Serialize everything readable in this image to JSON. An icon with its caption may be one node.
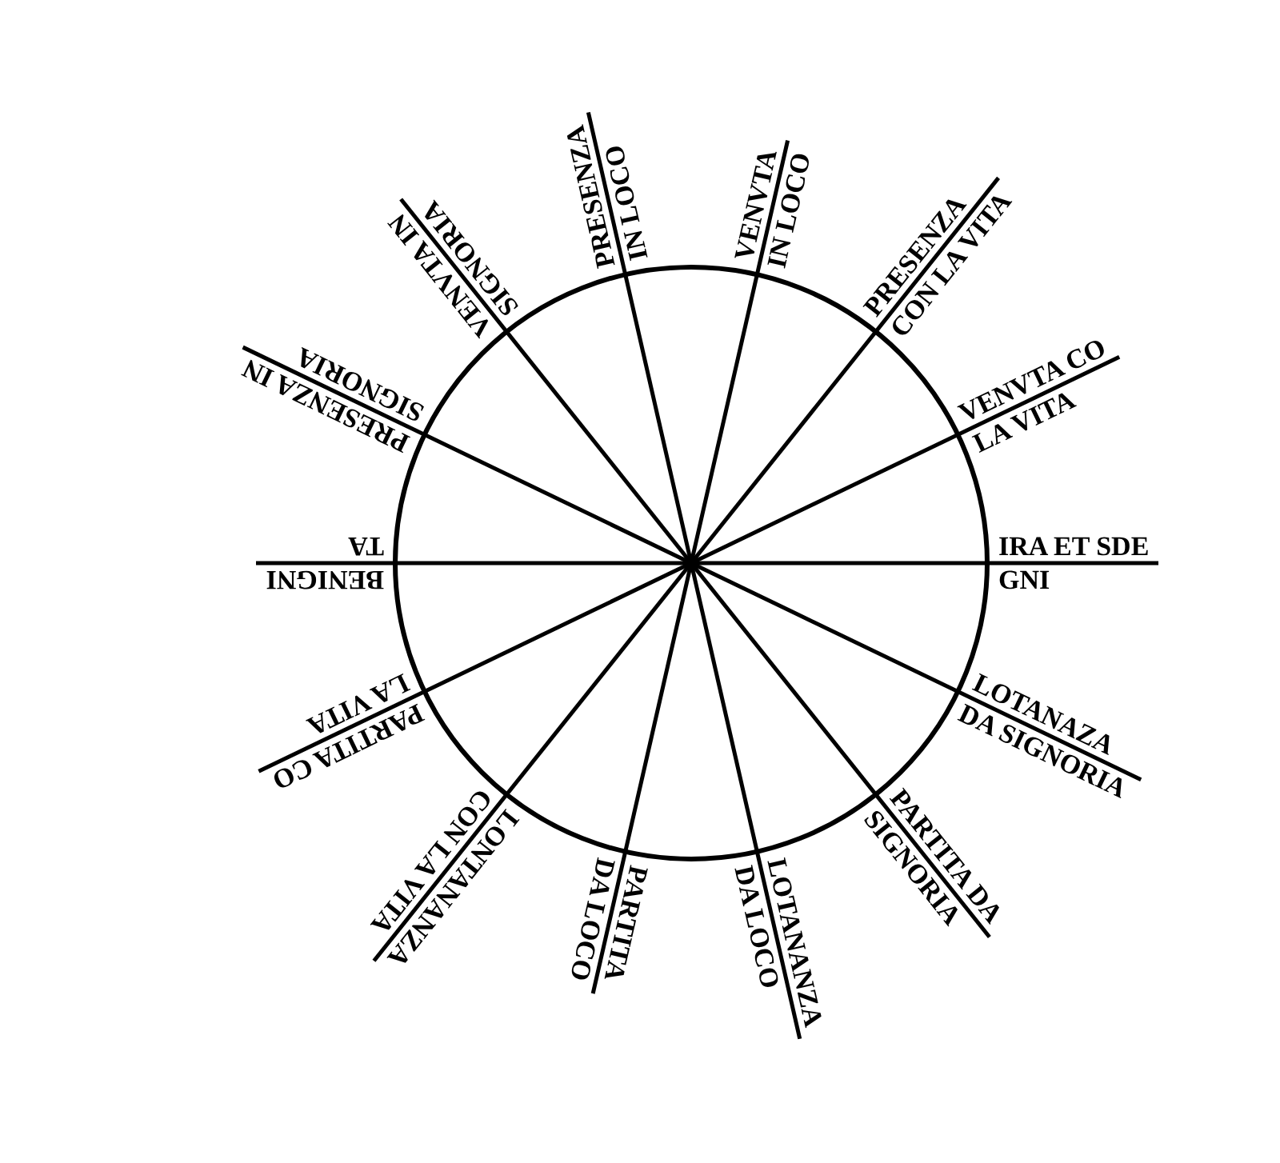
{
  "diagram": {
    "nodes": [
      {
        "text": [],
        "shape": "circle"
      }
    ],
    "labels": [
      "IRA ET SDE GNI",
      "LOTANAZA DA SIGNORIA",
      "PARTITA DA SIGNORIA",
      "LOTANANZA DA LOCO",
      "PARTITA DA LOCO",
      "LONTANANZA CON LA VITA",
      "PARTITA CO LA VITA",
      "BENIGNI TA",
      "PRESENZA IN SIGNORIA",
      "VENVTA IN SIGNORIA",
      "PRESENZA IN LOCO",
      "VENVTA IN LOCO",
      "PRESENZA CON LA VITA",
      "VENVTA CO LA VITA"
    ]
  }
}
